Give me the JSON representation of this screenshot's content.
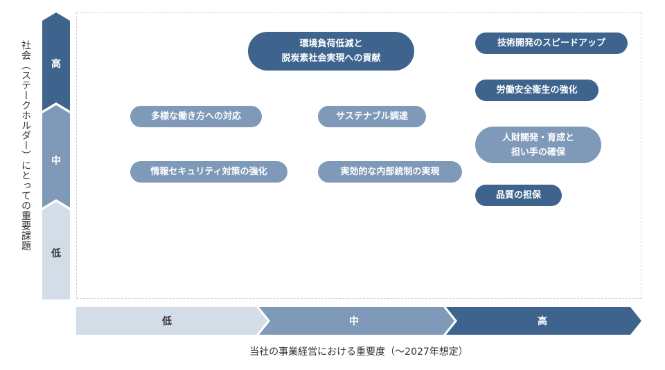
{
  "matrix": {
    "y_axis_title": "社会（ステークホルダー）にとっての重要課題",
    "x_axis_title": "当社の事業経営における重要度（～2027年想定）",
    "levels": [
      "低",
      "中",
      "高"
    ],
    "colors": {
      "low": "#d3dde7",
      "mid": "#7f9ab8",
      "high": "#3e648e",
      "border": "#c9ced6"
    },
    "items": [
      {
        "label": "環境負荷低減と\n脱炭素社会実現への貢献",
        "x_level": "中",
        "y_level": "高"
      },
      {
        "label": "技術開発のスピードアップ",
        "x_level": "高",
        "y_level": "高"
      },
      {
        "label": "労働安全衛生の強化",
        "x_level": "高",
        "y_level": "高"
      },
      {
        "label": "多様な働き方への対応",
        "x_level": "低",
        "y_level": "中"
      },
      {
        "label": "サステナブル調達",
        "x_level": "中",
        "y_level": "中"
      },
      {
        "label": "人財開発・育成と\n担い手の確保",
        "x_level": "高",
        "y_level": "中"
      },
      {
        "label": "情報セキュリティ対策の強化",
        "x_level": "低",
        "y_level": "中"
      },
      {
        "label": "実効的な内部統制の実現",
        "x_level": "中",
        "y_level": "中"
      },
      {
        "label": "品質の担保",
        "x_level": "高",
        "y_level": "中"
      }
    ]
  }
}
